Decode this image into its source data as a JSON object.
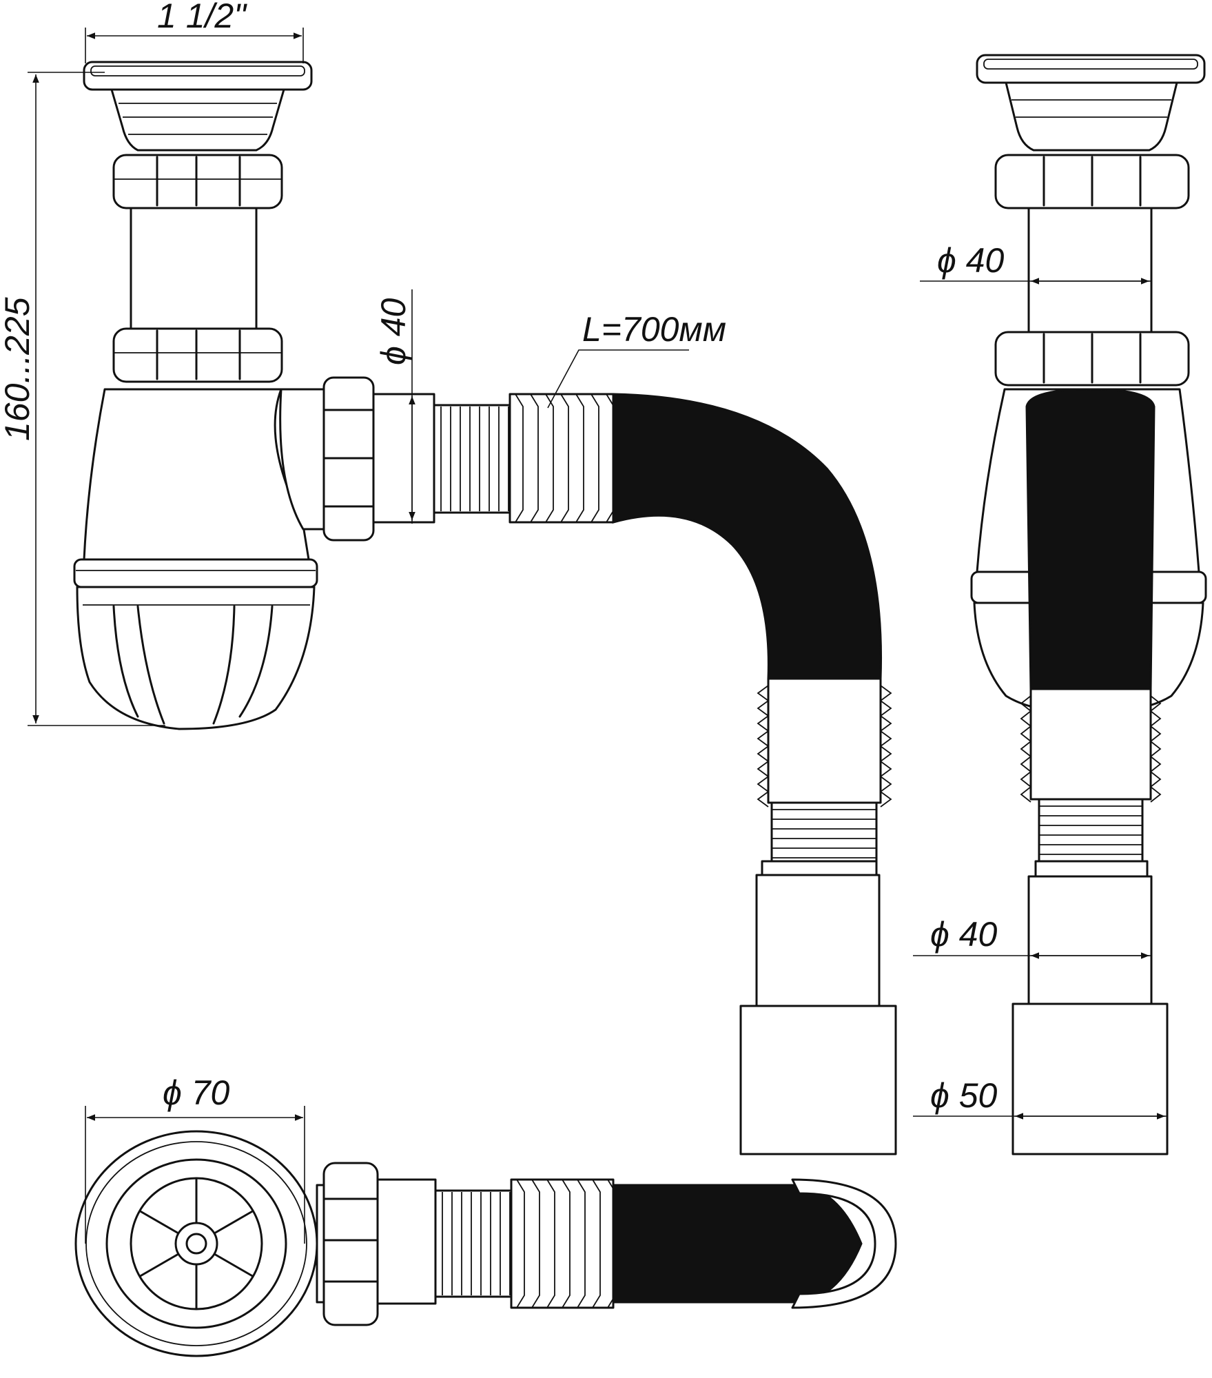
{
  "dimensions": {
    "top_inlet": "1 1/2\"",
    "height_range": "160...225",
    "side_inlet": "ϕ 40",
    "hose_length": "L=700мм",
    "right_pipe": "ϕ 40",
    "outlet_pipe": "ϕ 40",
    "outlet_socket": "ϕ 50",
    "strainer": "ϕ 70"
  },
  "colors": {
    "line": "#111111",
    "background": "#ffffff"
  }
}
